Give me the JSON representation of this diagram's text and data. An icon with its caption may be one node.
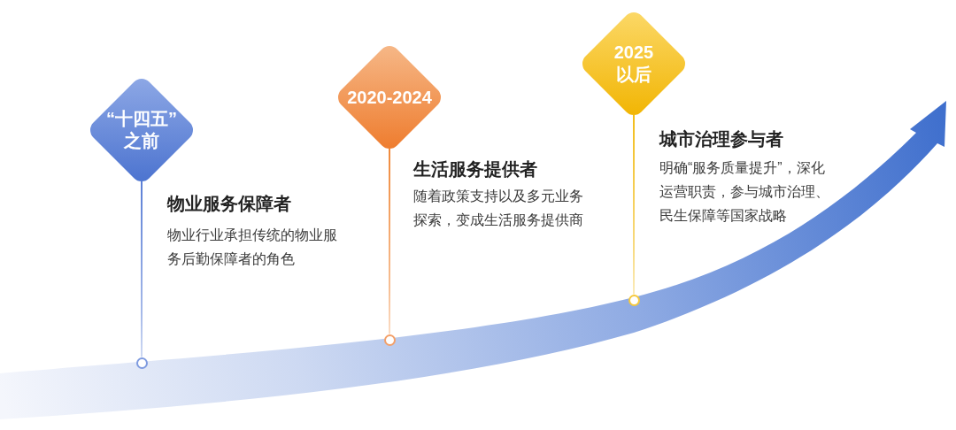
{
  "diagram": {
    "nodes": [
      {
        "text": [
          "“十四五”之前"
        ],
        "beside": [
          "物业服务保障者",
          "物业行业承担传统的物业服务后勤保障者的角色"
        ]
      },
      {
        "text": [],
        "shape": "circle"
      },
      {
        "text": [
          "2020-2024"
        ],
        "beside": [
          "生活服务提供者",
          "随着政策支持以及多元业务探索，变成生活服务提供商"
        ]
      },
      {
        "text": [],
        "shape": "circle"
      },
      {
        "text": [
          "2025以后"
        ],
        "beside": [
          "城市治理参与者",
          "明确“服务质量提升”，深化运营职责，参与城市治理、民生保障等国家战略"
        ]
      },
      {
        "text": [],
        "shape": "circle"
      }
    ],
    "edges": [
      {
        "from": 0,
        "to": 1,
        "arrow": "none",
        "color": "#5b7fd6"
      },
      {
        "from": 2,
        "to": 3,
        "arrow": "none",
        "color": "#f08a3c"
      },
      {
        "from": 4,
        "to": 5,
        "arrow": "none",
        "color": "#f2bd1a"
      }
    ]
  }
}
